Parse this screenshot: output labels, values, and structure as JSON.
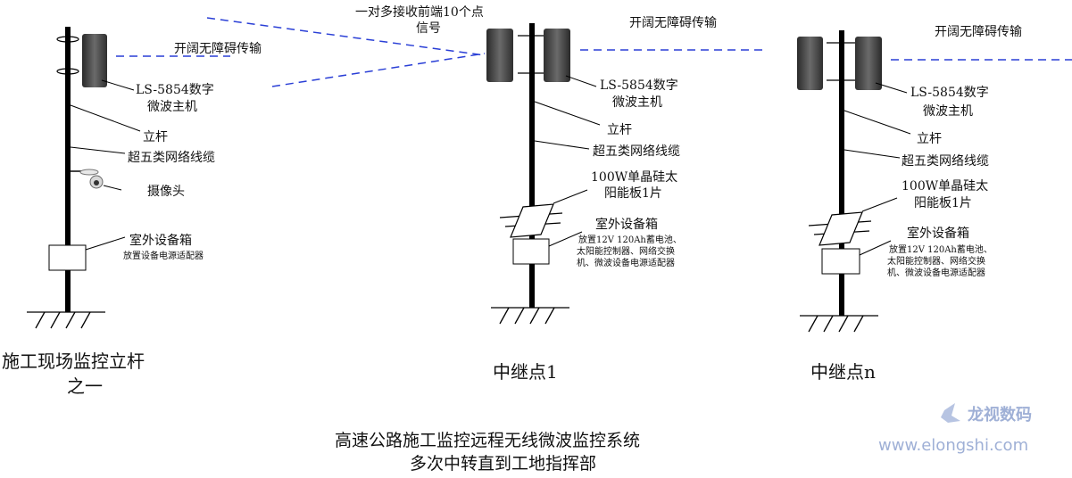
{
  "site_pole": {
    "microwave_label": "LS-5854数字微波主机",
    "microwave_label_line1": "LS-5854数字",
    "microwave_label_line2": "微波主机",
    "pole_label": "立杆",
    "cable_label": "超五类网络线缆",
    "camera_label": "摄像头",
    "box_label": "室外设备箱",
    "box_sub": "放置设备电源适配器",
    "caption_line1": "施工现场监控立杆",
    "caption_line2": "之一"
  },
  "link_labels": {
    "clear_transmission": "开阔无障碍传输",
    "multipoint_line1": "一对多接收前端10个点",
    "multipoint_line2": "信号"
  },
  "relay_1": {
    "microwave_label_line1": "LS-5854数字",
    "microwave_label_line2": "微波主机",
    "pole_label": "立杆",
    "cable_label": "超五类网络线缆",
    "panel_line1": "100W单晶硅太",
    "panel_line2": "阳能板1片",
    "box_label": "室外设备箱",
    "box_sub_line1": "放置12V  120Ah蓄电池、",
    "box_sub_line2": "太阳能控制器、网络交换",
    "box_sub_line3": "机、微波设备电源适配器",
    "caption": "中继点1"
  },
  "relay_n": {
    "microwave_label_line1": "LS-5854数字",
    "microwave_label_line2": "微波主机",
    "pole_label": "立杆",
    "cable_label": "超五类网络线缆",
    "panel_line1": "100W单晶硅太",
    "panel_line2": "阳能板1片",
    "box_label": "室外设备箱",
    "box_sub_line1": "放置12V  120Ah蓄电池、",
    "box_sub_line2": "太阳能控制器、网络交换",
    "box_sub_line3": "机、微波设备电源适配器",
    "caption": "中继点n"
  },
  "footer": {
    "title_line1": "高速公路施工监控远程无线微波监控系统",
    "title_line2": "多次中转直到工地指挥部"
  },
  "watermark": {
    "brand": "龙视数码",
    "url": "www.elongshi.com"
  },
  "colors": {
    "link_dash": "#2a3fd6",
    "pole": "#000000",
    "antenna": "#3c3c3c",
    "watermark": "#9fb0d6"
  }
}
